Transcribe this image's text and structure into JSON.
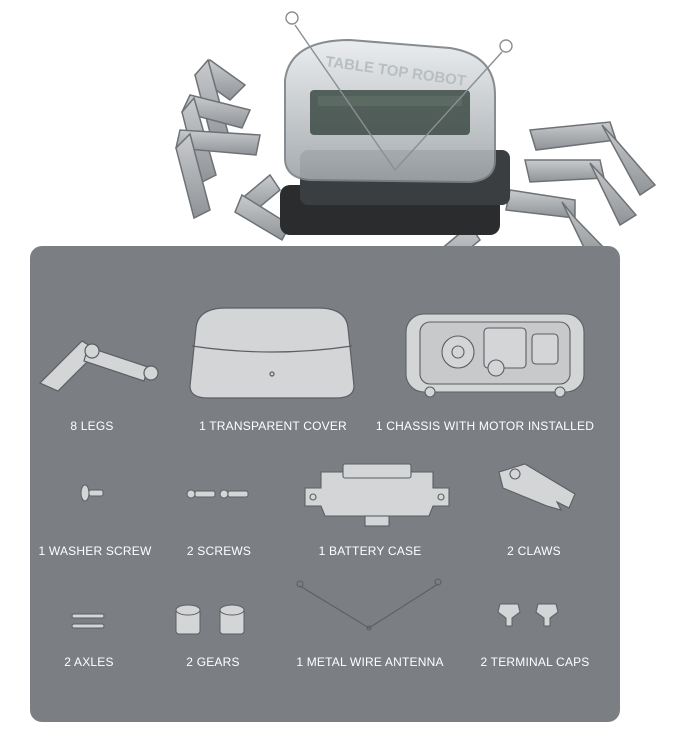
{
  "robot": {
    "lid_text": "TABLE TOP ROBOT"
  },
  "colors": {
    "panel": "#7b7f83",
    "part_fill": "#d3d5d7",
    "part_stroke": "#5b5f63",
    "label": "#ffffff"
  },
  "parts": [
    {
      "id": "legs",
      "label": "8 LEGS"
    },
    {
      "id": "cover",
      "label": "1 TRANSPARENT COVER"
    },
    {
      "id": "chassis",
      "label": "1 CHASSIS WITH MOTOR INSTALLED"
    },
    {
      "id": "washer-screw",
      "label": "1 WASHER SCREW"
    },
    {
      "id": "screws",
      "label": "2 SCREWS"
    },
    {
      "id": "battery-case",
      "label": "1 BATTERY CASE"
    },
    {
      "id": "claws",
      "label": "2 CLAWS"
    },
    {
      "id": "axles",
      "label": "2 AXLES"
    },
    {
      "id": "gears",
      "label": "2 GEARS"
    },
    {
      "id": "antenna",
      "label": "1 METAL WIRE ANTENNA"
    },
    {
      "id": "terminal-caps",
      "label": "2 TERMINAL CAPS"
    }
  ]
}
